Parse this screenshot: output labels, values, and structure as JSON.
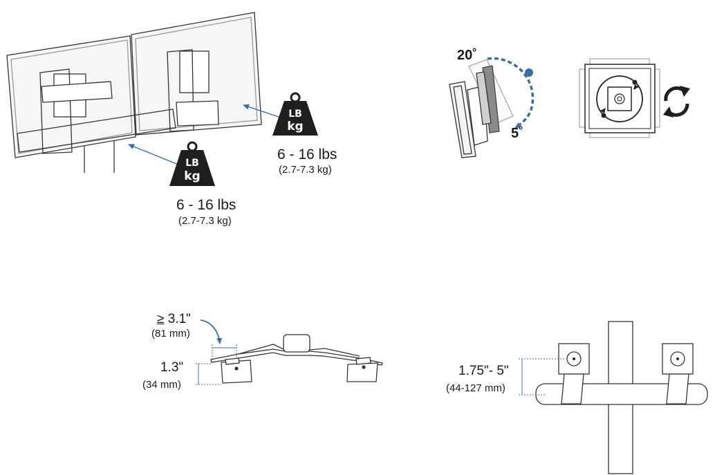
{
  "weight_icons": [
    {
      "line1": "LB",
      "line2": "kg"
    },
    {
      "line1": "LB",
      "line2": "kg"
    }
  ],
  "weight_capacity": [
    {
      "lbs": "6 - 16 lbs",
      "kg": "(2.7-7.3 kg)"
    },
    {
      "lbs": "6 - 16 lbs",
      "kg": "(2.7-7.3 kg)"
    }
  ],
  "tilt": {
    "up": "20˚",
    "down": "5˚"
  },
  "spacing": {
    "symbol": "≥",
    "min_gap": "3.1\"",
    "min_gap_mm": "(81 mm)",
    "offset": "1.3\"",
    "offset_mm": "(34 mm)"
  },
  "height_adjust": {
    "range": "1.75\"- 5\"",
    "range_mm": "(44-127 mm)"
  },
  "colors": {
    "line": "#333333",
    "accent": "#3a6ea8",
    "fill_light": "#f4f4f4",
    "weight_fill": "#1f1f1f"
  }
}
